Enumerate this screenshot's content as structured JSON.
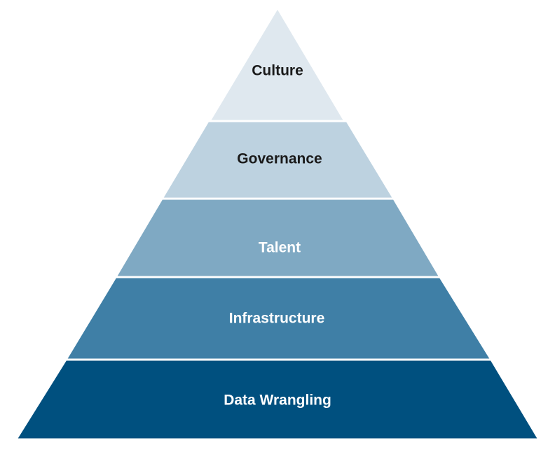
{
  "diagram": {
    "type": "pyramid",
    "tiers": [
      {
        "label": "Culture",
        "fill": "#dfe8ef",
        "text_color": "#1a1a1a"
      },
      {
        "label": "Governance",
        "fill": "#bdd2e0",
        "text_color": "#1a1a1a"
      },
      {
        "label": "Talent",
        "fill": "#7fa9c3",
        "text_color": "#ffffff"
      },
      {
        "label": "Infrastructure",
        "fill": "#3f7fa6",
        "text_color": "#ffffff"
      },
      {
        "label": "Data Wrangling",
        "fill": "#00507f",
        "text_color": "#ffffff"
      }
    ],
    "separator_color": "#ffffff"
  }
}
